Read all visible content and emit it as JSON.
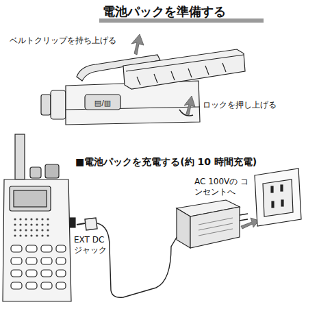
{
  "diagram": {
    "title": "電池パックを準備する",
    "labels": [
      "ベルトクリップを持ち上げる",
      "ロックを押し上げる",
      "■電池パックを充電する(約 10 時間充電)",
      "AC 100Vの コンセントへ",
      "EXT DC ジャック"
    ]
  }
}
